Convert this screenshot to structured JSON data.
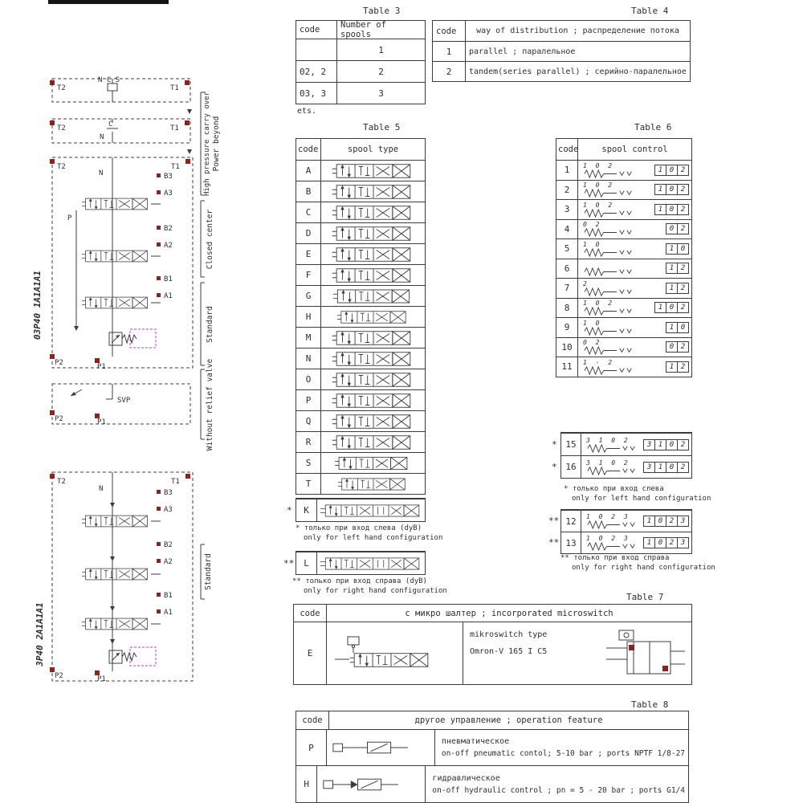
{
  "titles": {
    "t3": "Table 3",
    "t4": "Table 4",
    "t5": "Table 5",
    "t6": "Table 6",
    "t7": "Table 7",
    "t8": "Table 8"
  },
  "table3": {
    "h_code": "code",
    "h_spools": "Number of spools",
    "rows": [
      {
        "code": "",
        "v": "1"
      },
      {
        "code": "02, 2",
        "v": "2"
      },
      {
        "code": "03, 3",
        "v": "3"
      }
    ],
    "footnote": "ets."
  },
  "table4": {
    "h_code": "code",
    "h_desc": "way of distribution ; распределение потока",
    "rows": [
      {
        "code": "1",
        "desc": "parallel ; паралельное"
      },
      {
        "code": "2",
        "desc": "tandem(series parallel) ; серийно-паралельное"
      }
    ]
  },
  "table5": {
    "h_code": "code",
    "h_type": "spool type",
    "rows": [
      {
        "code": "A"
      },
      {
        "code": "B"
      },
      {
        "code": "C"
      },
      {
        "code": "D"
      },
      {
        "code": "E"
      },
      {
        "code": "F"
      },
      {
        "code": "G"
      },
      {
        "code": "H"
      },
      {
        "code": "M"
      },
      {
        "code": "N"
      },
      {
        "code": "O"
      },
      {
        "code": "P"
      },
      {
        "code": "Q"
      },
      {
        "code": "R"
      },
      {
        "code": "S"
      },
      {
        "code": "T"
      }
    ],
    "row_k": {
      "star": "*",
      "code": "K"
    },
    "row_l": {
      "star": "**",
      "code": "L"
    },
    "note_k_ru": "* только при вход слева (dyB)",
    "note_k_en": "only for left hand configuration",
    "note_l_ru": "** только при вход справа (dyB)",
    "note_l_en": "only for right hand configuration"
  },
  "table6": {
    "h_code": "code",
    "h_ctl": "spool control",
    "rows": [
      {
        "code": "1",
        "pos": "1 0 2",
        "boxes": [
          "1",
          "0",
          "2"
        ]
      },
      {
        "code": "2",
        "pos": "1 0 2",
        "boxes": [
          "1",
          "0",
          "2"
        ]
      },
      {
        "code": "3",
        "pos": "1 0 2",
        "boxes": [
          "1",
          "0",
          "2"
        ]
      },
      {
        "code": "4",
        "pos": "0 2",
        "boxes": [
          "0",
          "2"
        ]
      },
      {
        "code": "5",
        "pos": "1 0",
        "boxes": [
          "1",
          "0"
        ]
      },
      {
        "code": "6",
        "pos": "",
        "boxes": [
          "1",
          "2"
        ]
      },
      {
        "code": "7",
        "pos": "2",
        "boxes": [
          "1",
          "2"
        ]
      },
      {
        "code": "8",
        "pos": "1 0 2",
        "boxes": [
          "1",
          "0",
          "2"
        ]
      },
      {
        "code": "9",
        "pos": "1 0",
        "boxes": [
          "1",
          "0"
        ]
      },
      {
        "code": "10",
        "pos": "0 2",
        "boxes": [
          "0",
          "2"
        ]
      },
      {
        "code": "11",
        "pos": "1 - 2",
        "boxes": [
          "1",
          "2"
        ]
      }
    ],
    "extra_left": [
      {
        "star": "*",
        "code": "15",
        "pos": "3 1 0 2",
        "boxes": [
          "3",
          "1",
          "0",
          "2"
        ]
      },
      {
        "star": "*",
        "code": "16",
        "pos": "3 1 0 2",
        "boxes": [
          "3",
          "1",
          "0",
          "2"
        ]
      }
    ],
    "note_left_ru": "* только при вход слева",
    "note_left_en": "only for left hand configuration",
    "extra_right": [
      {
        "star": "**",
        "code": "12",
        "pos": "1 0 2 3",
        "boxes": [
          "1",
          "0",
          "2",
          "3"
        ]
      },
      {
        "star": "**",
        "code": "13",
        "pos": "1 0 2 3",
        "boxes": [
          "1",
          "0",
          "2",
          "3"
        ]
      }
    ],
    "note_right_ru": "** только при вход справа",
    "note_right_en": "only for right hand configuration"
  },
  "table7": {
    "h_code": "code",
    "h_desc": "с микро шалтер ; incorporated microswitch",
    "row": {
      "code": "E",
      "t1": "mikroswitch type",
      "t2": "Omron-V 165 I C5"
    }
  },
  "table8": {
    "h_code": "code",
    "h_desc": "другое управление ; operation feature",
    "rows": [
      {
        "code": "P",
        "t1": "пневматическое",
        "t2": "on-off pneumatic contol; 5-10 bar ; ports NPTF 1/8-27"
      },
      {
        "code": "H",
        "t1": "гидравлическое",
        "t2": "on-off hydraulic control ; pn = 5 - 20 bar ; ports G1/4"
      }
    ]
  },
  "dtop": {
    "model": "03P40 1A1A1A1",
    "pb": {
      "t2": "T2",
      "t1": "T1",
      "tag": "N C S"
    },
    "cc": {
      "t2": "T2",
      "t1": "T1",
      "c": "C",
      "n": "N"
    },
    "main": {
      "t2": "T2",
      "t1": "T1",
      "n": "N",
      "p": "P",
      "b3": "B3",
      "a3": "A3",
      "b2": "B2",
      "a2": "A2",
      "b1": "B1",
      "a1": "A1",
      "p2": "P2",
      "p1": "P1"
    },
    "nr": {
      "svp": "SVP",
      "p2": "P2",
      "p1": "P1"
    },
    "ann": {
      "pb1": "Power beyond",
      "pb2": "High pressure carry over",
      "cc": "Closed center",
      "std": "Standard",
      "nr": "Without relief valve"
    }
  },
  "dbot": {
    "model": "3P40 2A1A1A1",
    "t2": "T2",
    "t1": "T1",
    "n": "N",
    "b3": "B3",
    "a3": "A3",
    "b2": "B2",
    "a2": "A2",
    "b1": "B1",
    "a1": "A1",
    "p2": "P2",
    "p1": "P1",
    "ann_std": "Standard"
  }
}
